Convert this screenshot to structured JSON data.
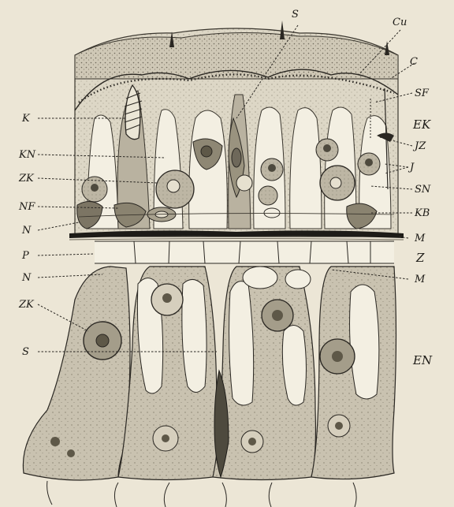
{
  "figure": {
    "labels": {
      "S_top": "S",
      "Cu": "Cu",
      "C": "C",
      "K": "K",
      "SF": "SF",
      "EK": "EK",
      "KN": "KN",
      "JZ": "JZ",
      "ZK_top": "ZK",
      "J": "J",
      "SN": "SN",
      "NF": "NF",
      "KB": "KB",
      "N_top": "N",
      "M_top": "M",
      "P": "P",
      "Z": "Z",
      "N_low": "N",
      "M_low": "M",
      "ZK_low": "ZK",
      "S_low": "S",
      "EN": "EN"
    }
  }
}
